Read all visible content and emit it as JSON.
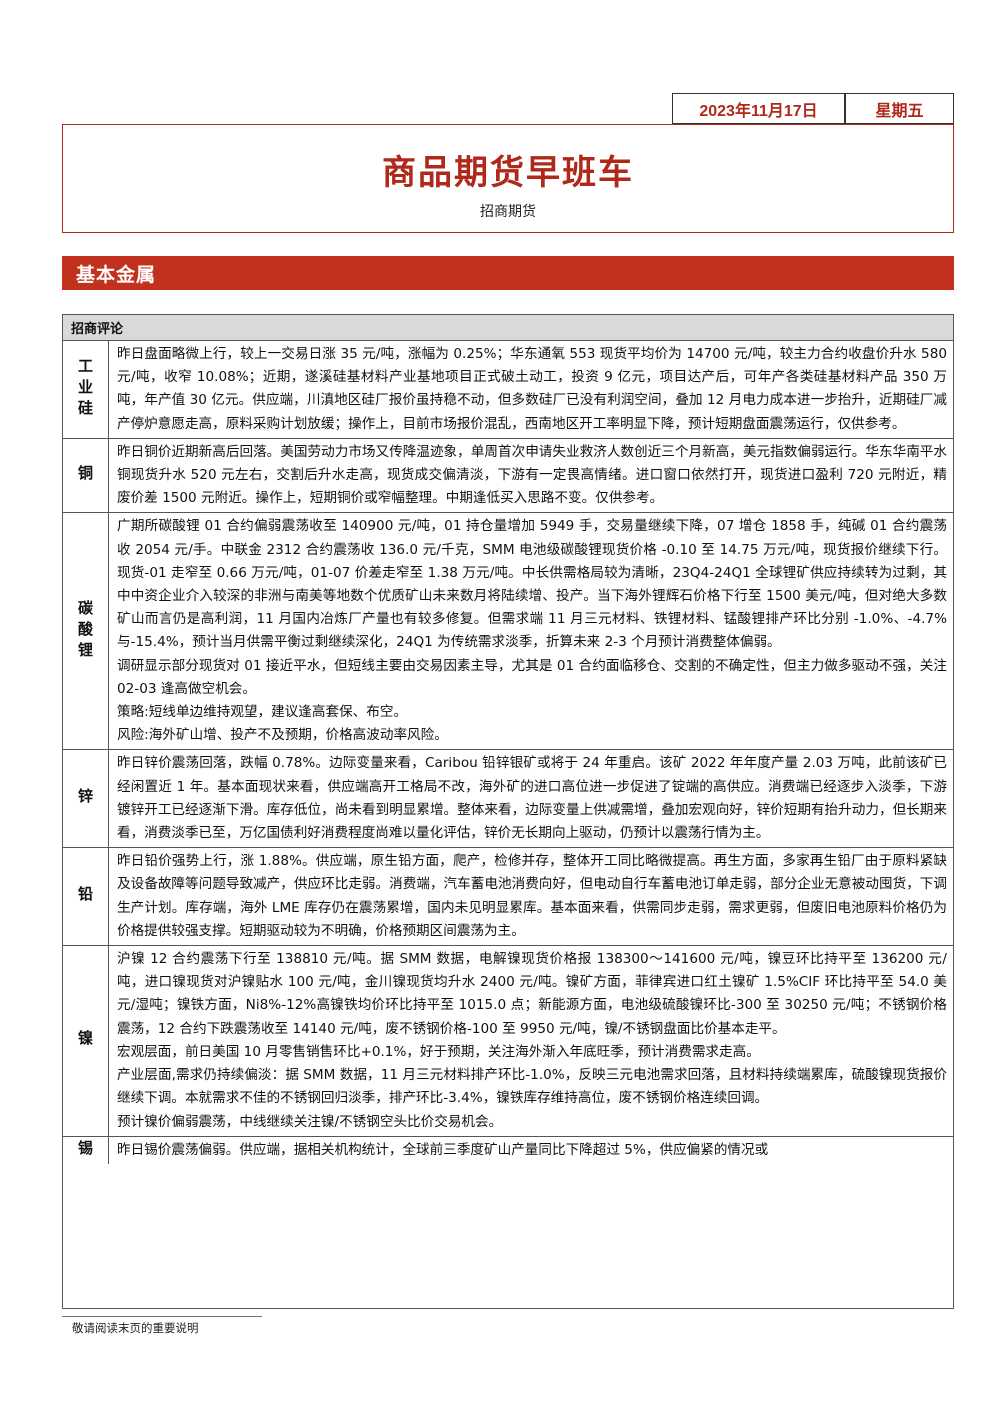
{
  "header": {
    "date": "2023年11月17日",
    "weekday": "星期五",
    "title": "商品期货早班车",
    "subtitle": "招商期货"
  },
  "section": {
    "title": "基本金属"
  },
  "table": {
    "header": "招商评论",
    "rows": [
      {
        "label": "工业硅",
        "paragraphs": [
          "昨日盘面略微上行，较上一交易日涨 35 元/吨，涨幅为 0.25%；华东通氧 553 现货平均价为 14700 元/吨，较主力合约收盘价升水 580 元/吨，收窄 10.08%；近期，遂溪硅基材料产业基地项目正式破土动工，投资 9 亿元，项目达产后，可年产各类硅基材料产品 350 万吨，年产值 30 亿元。供应端，川滇地区硅厂报价虽持稳不动，但多数硅厂已没有利润空间，叠加 12 月电力成本进一步抬升，近期硅厂减产停炉意愿走高，原料采购计划放缓；操作上，目前市场报价混乱，西南地区开工率明显下降，预计短期盘面震荡运行，仅供参考。"
        ]
      },
      {
        "label": "铜",
        "paragraphs": [
          "昨日铜价近期新高后回落。美国劳动力市场又传降温迹象，单周首次申请失业救济人数创近三个月新高，美元指数偏弱运行。华东华南平水铜现货升水 520 元左右，交割后升水走高，现货成交偏清淡，下游有一定畏高情绪。进口窗口依然打开，现货进口盈利 720 元附近，精废价差 1500 元附近。操作上，短期铜价或窄幅整理。中期逢低买入思路不变。仅供参考。"
        ]
      },
      {
        "label": "碳酸锂",
        "paragraphs": [
          "广期所碳酸锂 01 合约偏弱震荡收至 140900 元/吨，01 持仓量增加 5949 手，交易量继续下降，07 增仓 1858 手，纯碱 01 合约震荡收 2054 元/手。中联金 2312 合约震荡收 136.0 元/千克，SMM 电池级碳酸锂现货价格 -0.10 至 14.75 万元/吨，现货报价继续下行。现货-01 走窄至 0.66 万元/吨，01-07 价差走窄至 1.38 万元/吨。中长供需格局较为清晰，23Q4-24Q1 全球锂矿供应持续转为过剩，其中中资企业介入较深的非洲与南美等地数个优质矿山未来数月将陆续增、投产。当下海外锂辉石价格下行至 1500 美元/吨，但对绝大多数矿山而言仍是高利润，11 月国内冶炼厂产量也有较多修复。但需求端 11 月三元材料、铁锂材料、锰酸锂排产环比分别 -1.0%、-4.7%与-15.4%，预计当月供需平衡过剩继续深化，24Q1 为传统需求淡季，折算未来 2-3 个月预计消费整体偏弱。",
          "调研显示部分现货对 01 接近平水，但短线主要由交易因素主导，尤其是 01 合约面临移仓、交割的不确定性，但主力做多驱动不强，关注 02-03 逢高做空机会。",
          "策略:短线单边维持观望，建议逢高套保、布空。",
          "风险:海外矿山增、投产不及预期，价格高波动率风险。"
        ]
      },
      {
        "label": "锌",
        "paragraphs": [
          "昨日锌价震荡回落，跌幅 0.78%。边际变量来看，Caribou 铅锌银矿或将于 24 年重启。该矿 2022 年年度产量 2.03 万吨，此前该矿已经闲置近 1 年。基本面现状来看，供应端高开工格局不改，海外矿的进口高位进一步促进了锭端的高供应。消费端已经逐步入淡季，下游镀锌开工已经逐渐下滑。库存低位，尚未看到明显累增。整体来看，边际变量上供减需增，叠加宏观向好，锌价短期有抬升动力，但长期来看，消费淡季已至，万亿国债利好消费程度尚难以量化评估，锌价无长期向上驱动，仍预计以震荡行情为主。"
        ]
      },
      {
        "label": "铅",
        "paragraphs": [
          "昨日铅价强势上行，涨 1.88%。供应端，原生铅方面，爬产，检修并存，整体开工同比略微提高。再生方面，多家再生铅厂由于原料紧缺及设备故障等问题导致减产，供应环比走弱。消费端，汽车蓄电池消费向好，但电动自行车蓄电池订单走弱，部分企业无意被动囤货，下调生产计划。库存端，海外 LME 库存仍在震荡累增，国内未见明显累库。基本面来看，供需同步走弱，需求更弱，但废旧电池原料价格仍为价格提供较强支撑。短期驱动较为不明确，价格预期区间震荡为主。"
        ]
      },
      {
        "label": "镍",
        "paragraphs": [
          "沪镍 12 合约震荡下行至 138810 元/吨。据 SMM 数据，电解镍现货价格报 138300～141600 元/吨，镍豆环比持平至 136200 元/吨，进口镍现货对沪镍贴水 100 元/吨，金川镍现货均升水 2400 元/吨。镍矿方面，菲律宾进口红土镍矿 1.5%CIF 环比持平至 54.0 美元/湿吨；镍铁方面，Ni8%-12%高镍铁均价环比持平至 1015.0 点；新能源方面，电池级硫酸镍环比-300 至 30250 元/吨；不锈钢价格震荡，12 合约下跌震荡收至 14140 元/吨，废不锈钢价格-100 至 9950 元/吨，镍/不锈钢盘面比价基本走平。",
          "宏观层面，前日美国 10 月零售销售环比+0.1%，好于预期，关注海外渐入年底旺季，预计消费需求走高。",
          "产业层面,需求仍持续偏淡：据 SMM 数据，11 月三元材料排产环比-1.0%，反映三元电池需求回落，且材料持续端累库，硫酸镍现货报价继续下调。本就需求不佳的不锈钢回归淡季，排产环比-3.4%，镍铁库存维持高位，废不锈钢价格连续回调。",
          "预计镍价偏弱震荡，中线继续关注镍/不锈钢空头比价交易机会。"
        ]
      },
      {
        "label": "锡",
        "paragraphs": [
          "昨日锡价震荡偏弱。供应端，据相关机构统计，全球前三季度矿山产量同比下降超过 5%，供应偏紧的情况或"
        ]
      }
    ]
  },
  "footer": {
    "note": "敬请阅读末页的重要说明"
  }
}
